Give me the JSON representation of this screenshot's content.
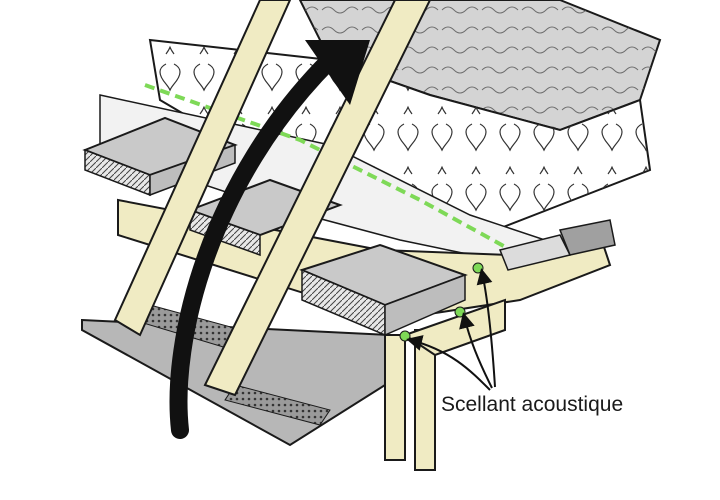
{
  "callout": {
    "label": "Scellant acoustique"
  },
  "caption": {
    "text": ""
  },
  "colors": {
    "wood": "#f0ebc3",
    "outline": "#1a1a1a",
    "sealant": "#7ed957",
    "soffit": "#b7b7b7",
    "board": "#c9c9c9",
    "shingle": "#d4d4d4",
    "arrow": "#111111"
  },
  "icons": [
    "airflow-arrow",
    "callout-arrow"
  ]
}
